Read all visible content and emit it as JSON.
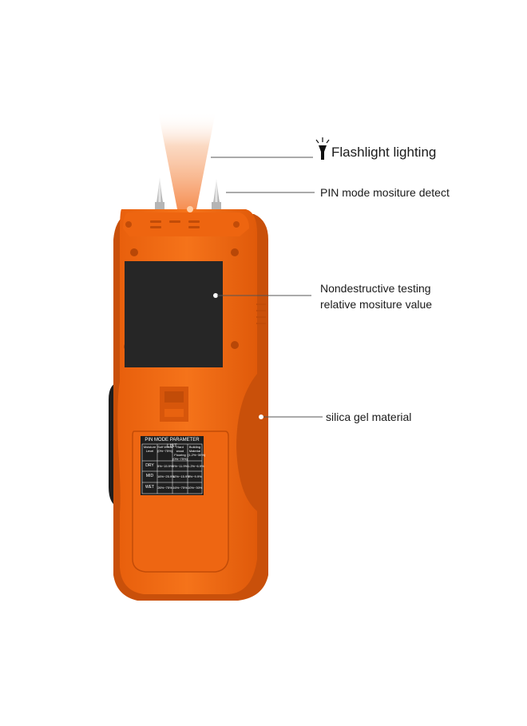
{
  "callouts": {
    "flashlight": "Flashlight lighting",
    "pin_mode": "PIN mode mositure detect",
    "nondestructive_line1": "Nondestructive testing",
    "nondestructive_line2": "relative mositure value",
    "silica": "silica gel material"
  },
  "param_table": {
    "title": "PIN MODE PARAMETER LIST",
    "headers": [
      "Moisture Level",
      "Soft Wood (0%~75%)",
      "Hard wood Flooring (0%~75%)",
      "Building Material (1.2%~30%)"
    ],
    "rows": [
      {
        "level": "DRY",
        "values": [
          "5%~15.9%",
          "5%~11.9%",
          "1.2%~6.9%"
        ]
      },
      {
        "level": "MID",
        "values": [
          "16%~25.9%",
          "12%~15.9%",
          "7%~9.9%"
        ]
      },
      {
        "level": "WET",
        "values": [
          "26%~75%",
          "16%~75%",
          "10%~30%"
        ]
      }
    ]
  },
  "colors": {
    "body_orange": "#f26a12",
    "body_dark_orange": "#c9500a",
    "screen": "#262626",
    "grip": "#1e1e1e",
    "beam": "#f7b48a"
  }
}
